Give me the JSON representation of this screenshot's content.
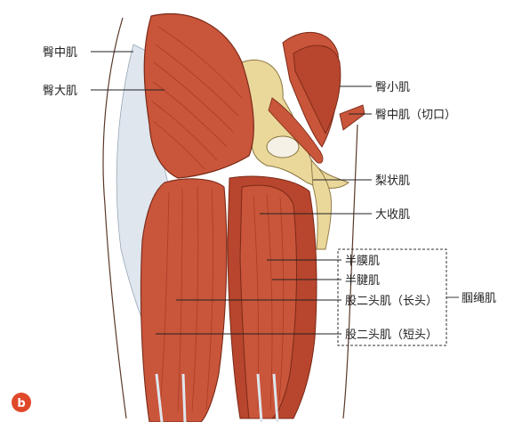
{
  "labels": {
    "gluteus_medius_left": "臀中肌",
    "gluteus_maximus": "臀大肌",
    "gluteus_minimus": "臀小肌",
    "gluteus_medius_cut": "臀中肌（切口）",
    "piriformis": "梨状肌",
    "adductor_magnus": "大收肌",
    "semimembranosus": "半膜肌",
    "semitendinosus": "半腱肌",
    "biceps_long": "股二头肌（长头）",
    "biceps_short": "股二头肌（短头）",
    "hamstrings": "腘绳肌"
  },
  "badge": "b",
  "colors": {
    "muscle": "#c9553a",
    "muscle_dark": "#a63b24",
    "fascia": "#dfe6ee",
    "bone": "#ead79a",
    "badge": "#e0482a"
  }
}
